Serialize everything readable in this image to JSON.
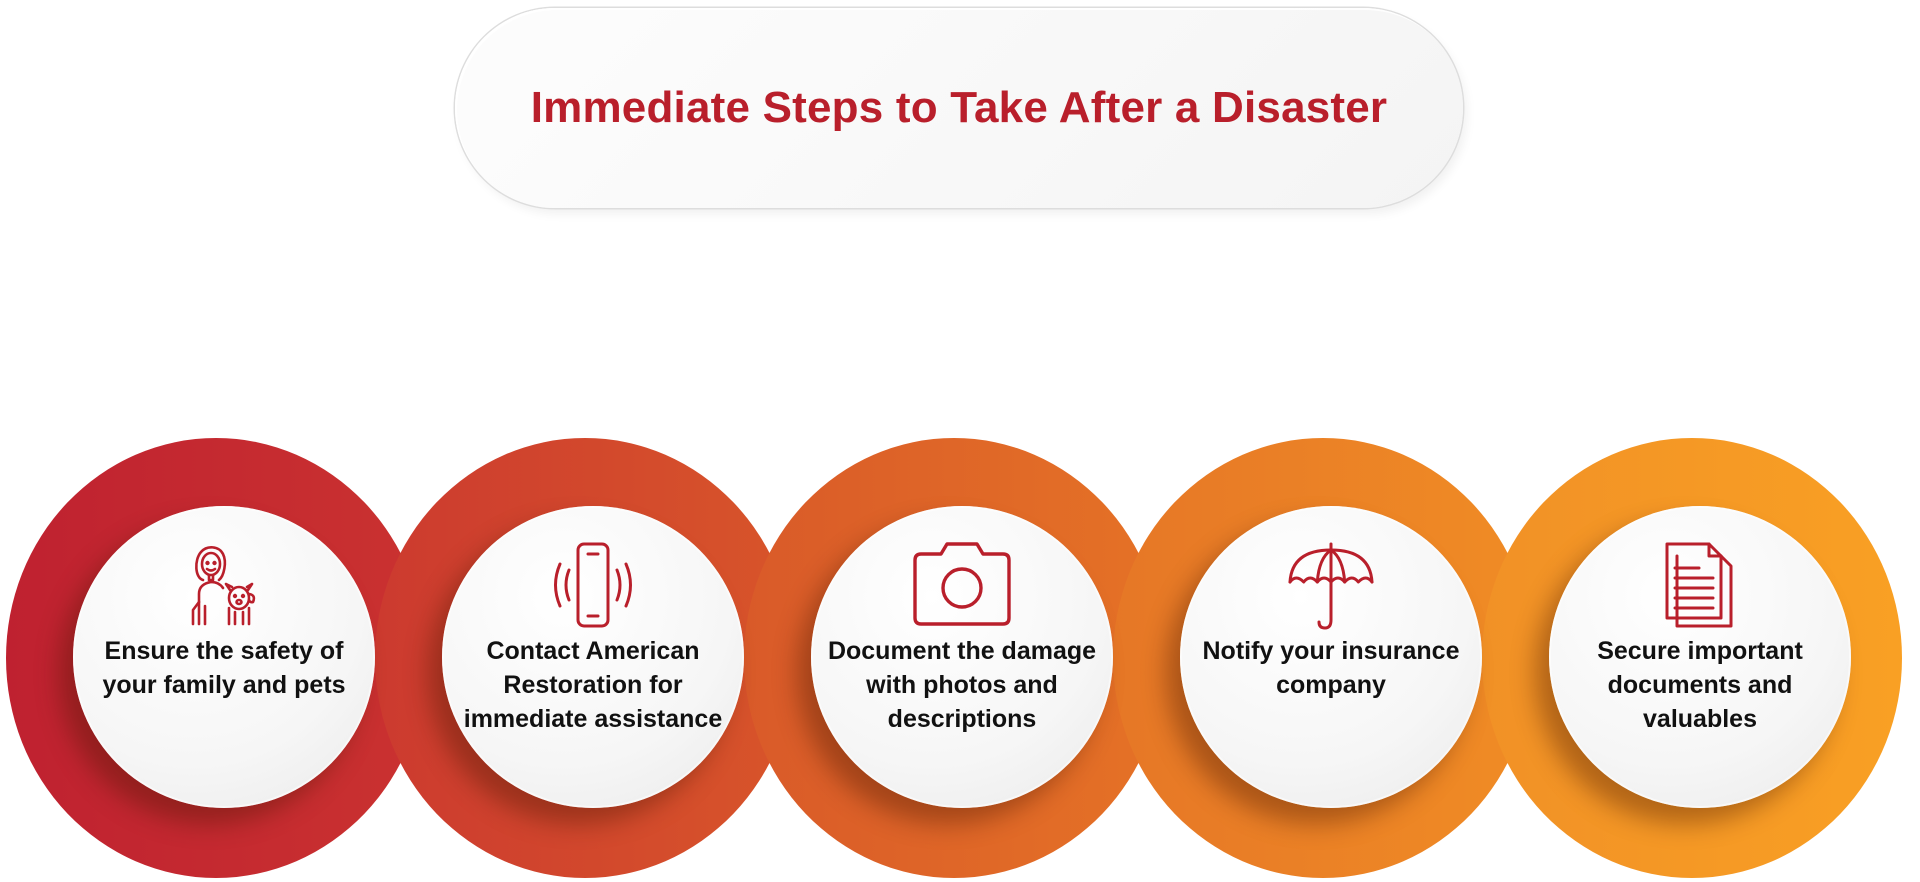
{
  "title": "Immediate Steps to Take After a Disaster",
  "colors": {
    "title": "#b91f2b",
    "icon": "#b91f2b",
    "ring_start": "#bf2130",
    "ring_end": "#f89f24"
  },
  "steps": [
    {
      "icon": "family-pet-icon",
      "label": "Ensure the safety of your family and pets",
      "color": "#c42a30"
    },
    {
      "icon": "phone-ringing-icon",
      "label": "Contact American Restoration for immediate assistance",
      "color": "#d2472b"
    },
    {
      "icon": "camera-icon",
      "label": "Document the damage with photos and descriptions",
      "color": "#df6427"
    },
    {
      "icon": "umbrella-icon",
      "label": "Notify your insurance company",
      "color": "#eb7f26"
    },
    {
      "icon": "documents-icon",
      "label": "Secure important documents and valuables",
      "color": "#f5992a"
    }
  ]
}
